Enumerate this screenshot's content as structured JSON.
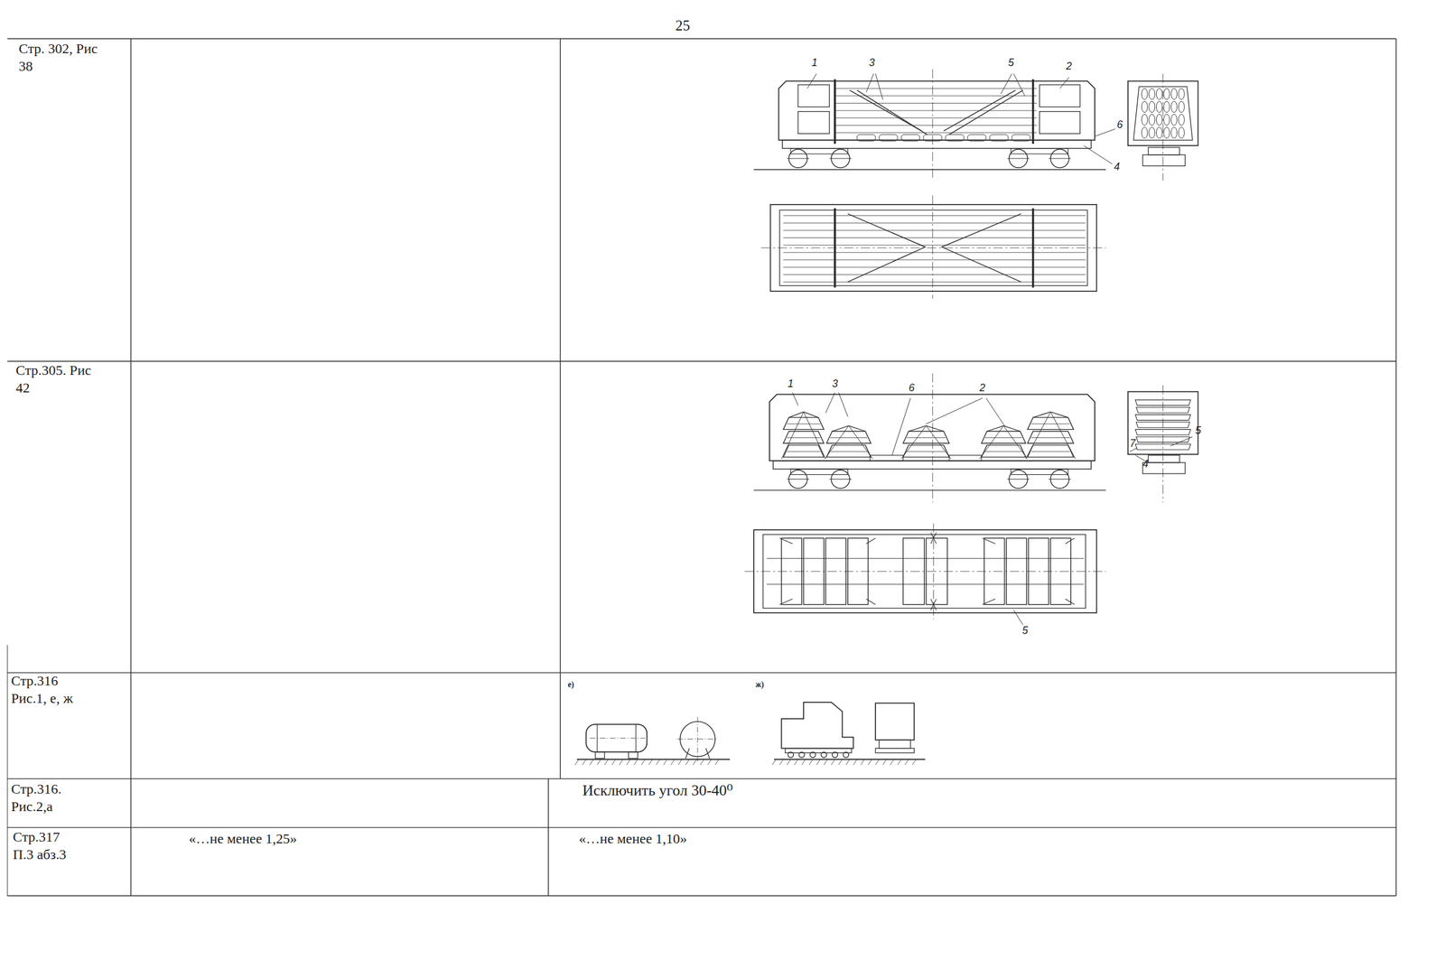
{
  "diagram": {
    "labels": [
      "25",
      "Стр. 302, Рис 38",
      "1",
      "3",
      "5",
      "2",
      "6",
      "4",
      "Стр.305. Рис 42",
      "1",
      "3",
      "6",
      "2",
      "5",
      "7",
      "4",
      "5",
      "Стр.316 Рис.1, е, ж",
      "е)",
      "ж)",
      "Стр.316. Рис.2,а",
      "Исключить угол 30-40⁰",
      "Стр.317 П.3 абз.3",
      "«…не менее 1,25»",
      "«…не менее 1,10»"
    ]
  }
}
